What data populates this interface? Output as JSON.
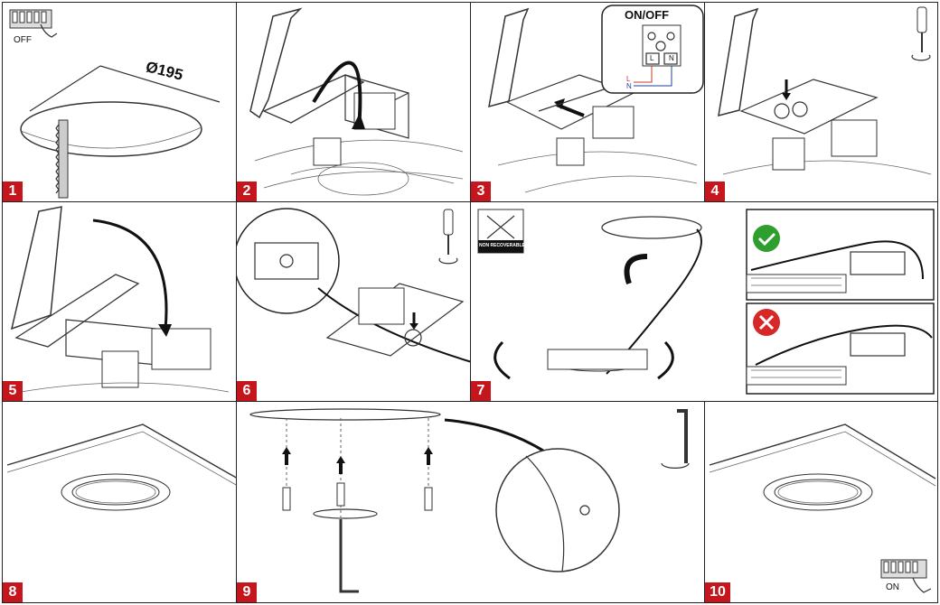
{
  "steps": [
    {
      "number": "1",
      "off_label": "OFF",
      "dimension": "Ø195"
    },
    {
      "number": "2"
    },
    {
      "number": "3",
      "switch_label": "ON/OFF",
      "terminal_labels": [
        "L",
        "N"
      ],
      "wire_labels": [
        "L",
        "N"
      ]
    },
    {
      "number": "4"
    },
    {
      "number": "5"
    },
    {
      "number": "6"
    },
    {
      "number": "7",
      "badge_text": "NON RECOVERABLE"
    },
    {
      "number": "8"
    },
    {
      "number": "9"
    },
    {
      "number": "10",
      "on_label": "ON"
    }
  ],
  "colors": {
    "step_badge": "#c4161c",
    "ok": "#2e9e2e",
    "bad": "#d62828",
    "wire_L": "#c0392b",
    "wire_N": "#1f3f9e"
  },
  "icons": [
    "breaker-icon",
    "screwdriver-icon",
    "rotate-icon",
    "check-icon",
    "cross-icon",
    "allen-key-icon",
    "arrow-icon"
  ]
}
